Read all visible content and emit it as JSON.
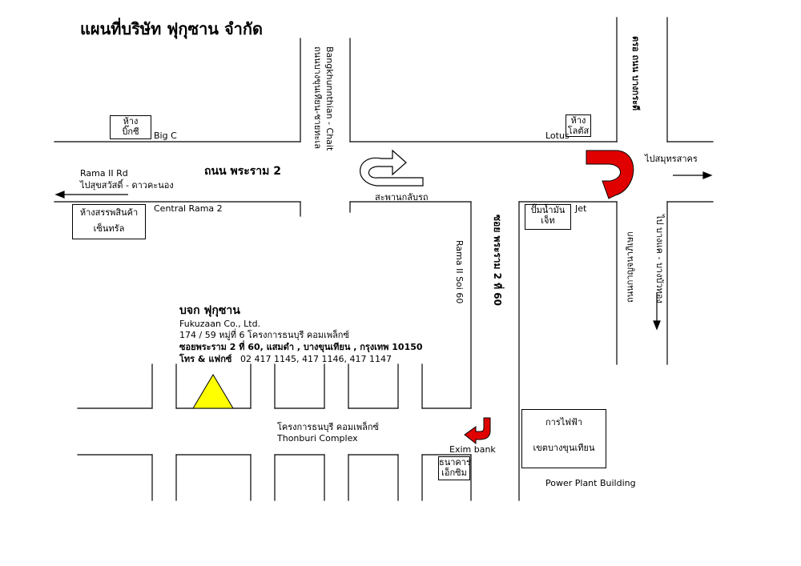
{
  "title": "แผนที่บริษัท ฟุกุซาน จำกัด",
  "roads": {
    "main_road": "ถนน พระราม 2",
    "main_road_en": "Rama II  Rd",
    "to_west": "ไปสุขสวัสดิ์ - ดาวคะนอง",
    "to_east": "ไปสมุทรสาคร",
    "bangkhunthian_en": "Bangkhunnthian - Chait",
    "bangkhunthian_th": "ถนนบางขุนเทียน-ชายทะเล",
    "soi60_en": "Rama II Soi 60",
    "soi60_th": "ซอย พระราม 2 ที่ 60",
    "east_road_top": "ตรอ ถนน บางกระดี",
    "east_road_bottom": "ถนนกาญจนาภิเษก",
    "to_south_east": "ไป บางแค - บางบัวทอง"
  },
  "landmarks": {
    "bigc_box": [
      "ห้าง",
      "บิ๊กซี"
    ],
    "bigc_label": "Big C",
    "lotus_box": [
      "ห้าง",
      "โลตัส"
    ],
    "lotus_label": "Lotus",
    "central_box": [
      "ห้างสรรพสินค้า",
      "เซ็นทรัล"
    ],
    "central_label": "Central Rama 2",
    "uturn_bridge": "สะพานกลับรถ",
    "jet_box": [
      "ปั๊มน้ำมัน",
      "เจ็ท"
    ],
    "jet_label": "Jet",
    "exim_box": [
      "ธนาคาร",
      "เอ็กซิม"
    ],
    "exim_label": "Exim bank",
    "power_box": [
      "การไฟฟ้า",
      "เขตบางขุนเทียน"
    ],
    "power_label": "Power Plant Building",
    "thonburi_complex_th": "โครงการธนบุรี คอมเพล็กซ์",
    "thonburi_complex_en": "Thonburi Complex"
  },
  "company": {
    "name_th": "บจก  ฟุกุซาน",
    "name_en": "Fukuzaan Co., Ltd.",
    "address1": "174 / 59 หมู่ที่ 6  โครงการธนบุรี คอมเพล็กซ์",
    "address2": "ซอยพระราม 2 ที่ 60, แสมดำ , บางขุนเทียน , กรุงเทพ  10150",
    "phone_label": "โทร & แฟกซ์",
    "phone": "02 417 1145, 417 1146, 417 1147"
  },
  "colors": {
    "marker": "#ffff00",
    "arrow_red": "#e00000"
  },
  "icons": {
    "company_marker": "yellow-triangle",
    "uturn": "u-turn-arrow"
  }
}
